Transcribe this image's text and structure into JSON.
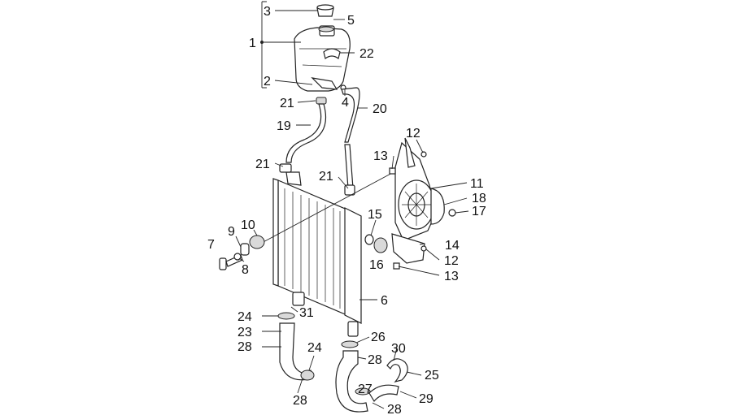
{
  "callouts": {
    "c1": "1",
    "c2": "2",
    "c3": "3",
    "c4": "4",
    "c5": "5",
    "c6": "6",
    "c7": "7",
    "c8": "8",
    "c9": "9",
    "c10": "10",
    "c11": "11",
    "c12a": "12",
    "c12b": "12",
    "c13a": "13",
    "c13b": "13",
    "c14": "14",
    "c15": "15",
    "c16": "16",
    "c17": "17",
    "c18": "18",
    "c19": "19",
    "c20": "20",
    "c21a": "21",
    "c21b": "21",
    "c21c": "21",
    "c22": "22",
    "c23": "23",
    "c24a": "24",
    "c24b": "24",
    "c25": "25",
    "c26": "26",
    "c27": "27",
    "c28a": "28",
    "c28b": "28",
    "c28c": "28",
    "c28d": "28",
    "c29": "29",
    "c30": "30",
    "c31": "31"
  }
}
